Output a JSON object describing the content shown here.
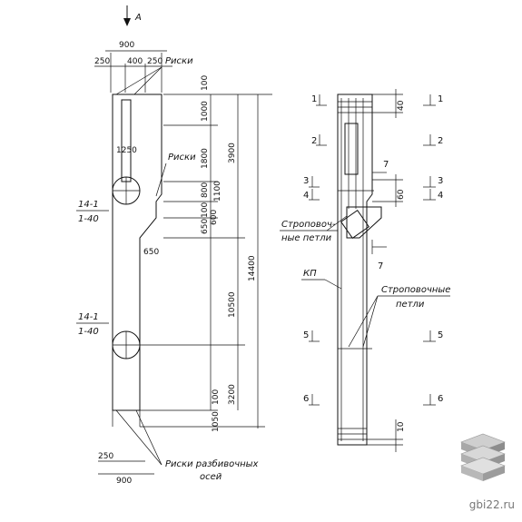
{
  "view_label": "A",
  "left_view": {
    "top_dims": [
      "900",
      "250",
      "400",
      "250"
    ],
    "bottom_dims": [
      "250",
      "900"
    ],
    "vertical_dims_inner": [
      "100",
      "1000",
      "1800",
      "800",
      "1100",
      "100",
      "600",
      "650",
      "100",
      "1050"
    ],
    "vertical_dims_outer": [
      "3900",
      "10500",
      "3200",
      "14400"
    ],
    "notch_dim": "650",
    "hole_dim": "1250",
    "labels": {
      "marks_top": "Риски",
      "marks_mid": "Риски",
      "marks_bottom_line1": "Риски разбивочных",
      "marks_bottom_line2": "осей"
    },
    "holes": [
      {
        "line1": "14-1",
        "line2": "1-40"
      },
      {
        "line1": "14-1",
        "line2": "1-40"
      }
    ]
  },
  "right_view": {
    "dims": [
      "40",
      "60",
      "10"
    ],
    "sections_left": [
      "1",
      "2",
      "3",
      "4",
      "5",
      "6"
    ],
    "sections_right": [
      "1",
      "2",
      "3",
      "4",
      "5",
      "6"
    ],
    "section_cut": [
      "7",
      "7"
    ],
    "labels": {
      "loops_left_line1": "Строповоч-",
      "loops_left_line2": "ные петли",
      "kp": "КП",
      "loops_right_line1": "Строповочные",
      "loops_right_line2": "петли"
    }
  },
  "watermark": "gbi22.ru"
}
